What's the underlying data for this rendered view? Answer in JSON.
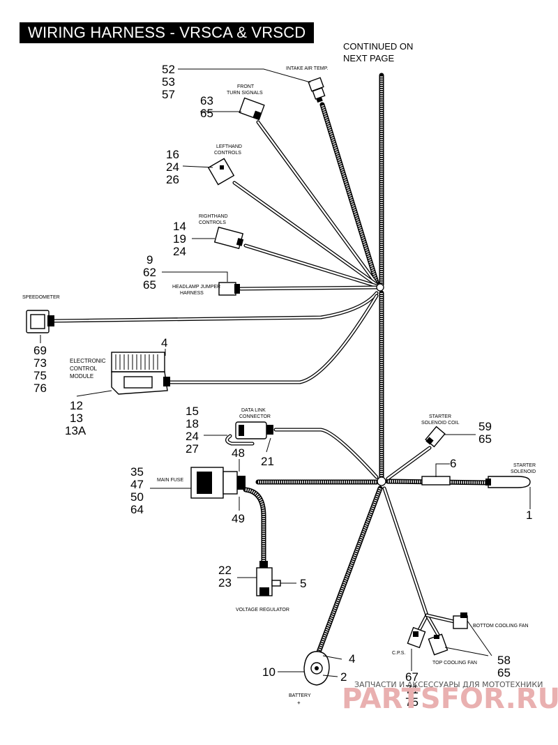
{
  "title": "WIRING HARNESS - VRSCA & VRSCD",
  "continued_note": [
    "CONTINUED ON",
    "NEXT PAGE"
  ],
  "components": {
    "intake_air_temp": {
      "label": [
        "INTAKE AIR TEMP."
      ],
      "refs": [
        "52",
        "53",
        "57"
      ]
    },
    "front_turn_signals": {
      "label": [
        "FRONT",
        "TURN SIGNALS"
      ],
      "refs": [
        "63",
        "65"
      ]
    },
    "lefthand_controls": {
      "label": [
        "LEFTHAND",
        "CONTROLS"
      ],
      "refs": [
        "16",
        "24",
        "26"
      ]
    },
    "righthand_controls": {
      "label": [
        "RIGHTHAND",
        "CONTROLS"
      ],
      "refs": [
        "14",
        "19",
        "24"
      ]
    },
    "headlamp_jumper": {
      "label": [
        "HEADLAMP JUMPER",
        "HARNESS"
      ],
      "refs": [
        "9",
        "62",
        "65"
      ]
    },
    "speedometer": {
      "label": [
        "SPEEDOMETER"
      ],
      "refs": [
        "69",
        "73",
        "75",
        "76"
      ]
    },
    "ecm": {
      "label": [
        "ELECTRONIC",
        "CONTROL",
        "MODULE"
      ],
      "refs_top": [
        "4"
      ],
      "refs": [
        "12",
        "13",
        "13A"
      ]
    },
    "data_link": {
      "label": [
        "DATA LINK",
        "CONNECTOR"
      ],
      "refs": [
        "15",
        "18",
        "24",
        "27"
      ],
      "refs_bottom": [
        "21"
      ]
    },
    "main_fuse": {
      "label": [
        "MAIN FUSE"
      ],
      "refs": [
        "35",
        "47",
        "50",
        "64"
      ],
      "ref_top": "48",
      "ref_bottom": "49"
    },
    "starter_solenoid_coil": {
      "label": [
        "STARTER",
        "SOLENOID COIL"
      ],
      "refs": [
        "59",
        "65"
      ]
    },
    "clip": {
      "refs": [
        "6"
      ]
    },
    "starter_solenoid": {
      "label": [
        "STARTER",
        "SOLENOID"
      ],
      "refs": [
        "1"
      ]
    },
    "voltage_regulator": {
      "label": [
        "VOLTAGE REGULATOR"
      ],
      "refs": [
        "22",
        "23"
      ],
      "ref_right": "5"
    },
    "battery": {
      "label": [
        "BATTERY",
        "+"
      ],
      "ref_left": "10",
      "ref_right_top": "4",
      "ref_right_bottom": "2"
    },
    "cps": {
      "label": [
        "C.P.S."
      ],
      "refs": [
        "67",
        "71",
        "75"
      ]
    },
    "bottom_cooling_fan": {
      "label": [
        "BOTTOM COOLING FAN"
      ]
    },
    "top_cooling_fan": {
      "label": [
        "TOP COOLING FAN"
      ],
      "refs": [
        "58",
        "65"
      ]
    }
  },
  "watermark": {
    "subtitle": "ЗАПЧАСТИ И АКСЕССУАРЫ ДЛЯ МОТОТЕХНИКИ",
    "brand": "PARTSFOR.RU"
  }
}
